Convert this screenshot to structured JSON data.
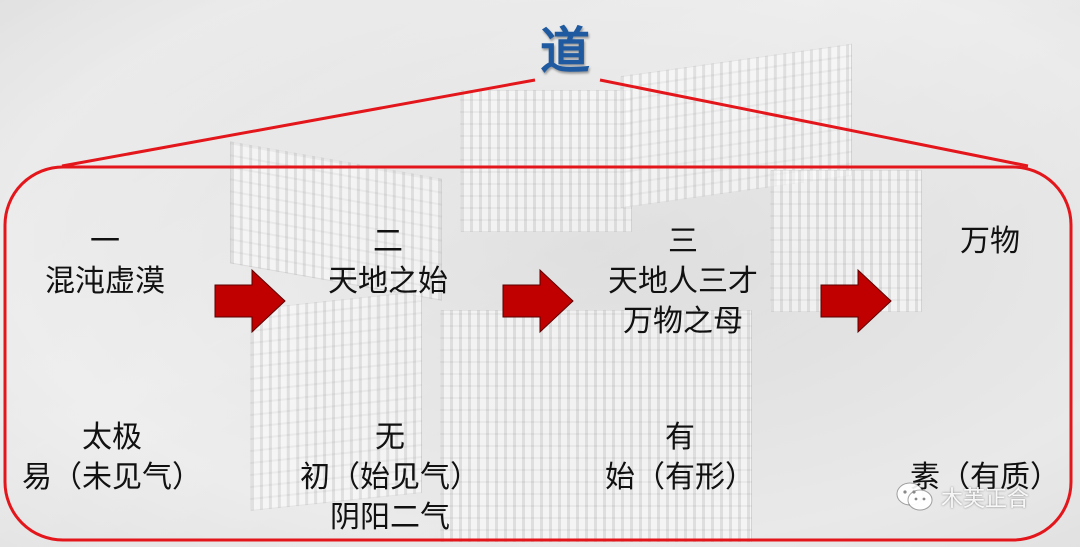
{
  "title": "道",
  "colors": {
    "title": "#1f5aa0",
    "frame_line": "#e3161c",
    "arrow_fill": "#c00000",
    "text": "#111111",
    "background": "#e6e6e6"
  },
  "stages": [
    {
      "top_lines": [
        "一",
        "混沌虚漠"
      ],
      "bottom_lines": [
        "太极",
        "易（未见气）"
      ]
    },
    {
      "top_lines": [
        "二",
        "天地之始"
      ],
      "bottom_lines": [
        "无",
        "初（始见气）",
        "阴阳二气"
      ]
    },
    {
      "top_lines": [
        "三",
        "天地人三才",
        "万物之母"
      ],
      "bottom_lines": [
        "有",
        "始（有形）"
      ]
    },
    {
      "top_lines": [
        "万物"
      ],
      "bottom_lines": [
        "素（有质）"
      ]
    }
  ],
  "arrows": [
    "arrow-right",
    "arrow-right",
    "arrow-right"
  ],
  "watermark": {
    "icon": "wechat-icon",
    "text": "木芙正合"
  }
}
